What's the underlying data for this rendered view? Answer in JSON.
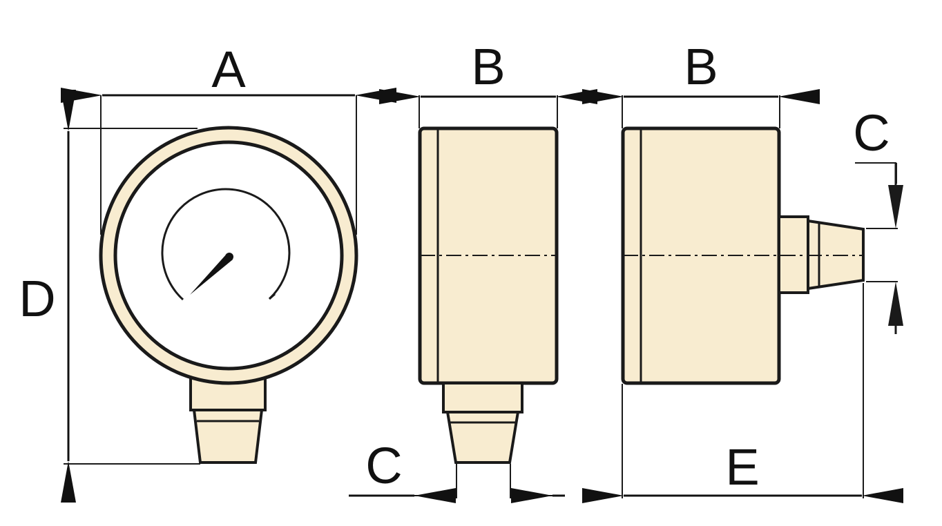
{
  "labels": {
    "front_width": "A",
    "side_width_1": "B",
    "side_width_2": "B",
    "connector_side": "C",
    "connector_bottom": "C",
    "height": "D",
    "depth": "E"
  },
  "colors": {
    "fill": "#f8ecd0",
    "stroke": "#1a1a1a",
    "background": "#ffffff"
  }
}
